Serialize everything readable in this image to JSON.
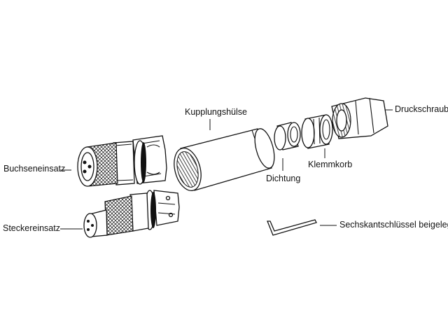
{
  "labels": {
    "kupplungshuelse": "Kupplungshülse",
    "druckschraube": "Druckschraube",
    "buchseneinsatz": "Buchseneinsatz",
    "dichtung": "Dichtung",
    "klemmkorb": "Klemmkorb",
    "steckereinsatz": "Steckereinsatz",
    "sechskantschluessel": "Sechskantschlüssel beigelegt"
  },
  "colors": {
    "line": "#111111",
    "background": "#ffffff"
  }
}
